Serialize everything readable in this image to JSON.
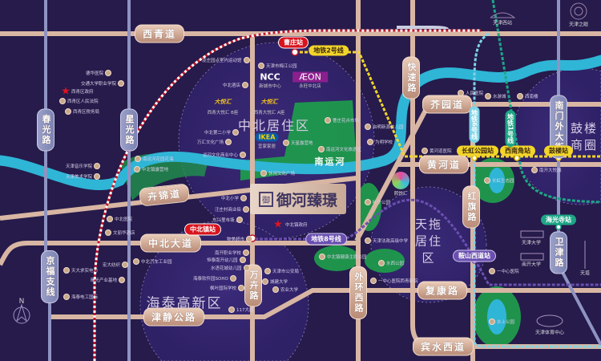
{
  "project": {
    "name": "御河臻璟",
    "mark": "御"
  },
  "colors": {
    "background": "#261b4b",
    "road": "#d8b6a3",
    "river": "#2fb5d6",
    "greenspace": "#1f9a4c",
    "metro_red": "#c0182a",
    "line2": "#f3d52a",
    "line1": "#1ea586",
    "line6": "#7fd3e6",
    "line8": "#6a4fb0"
  },
  "roads": {
    "xiqing": "西青道",
    "huijin": "卉锦道",
    "zhongbei": "中北大道",
    "jinjing": "津静公路",
    "jieyuan": "芥园道",
    "huanghe": "黄河道",
    "fukang": "复康路",
    "binshui": "宾水西道",
    "chunguang": "春光路",
    "xingguang": "星光路",
    "jingfu": "京福支线",
    "wanhui": "万卉路",
    "waihuan": "外环西路",
    "kuaisu": "快速路",
    "hongqi": "红旗路",
    "nanmenwai": "南门外大街",
    "weijin": "卫津路"
  },
  "zones": {
    "zhongbei": "中北居住区",
    "haitai": "海泰高新区",
    "tiantuo": "天拖居住区",
    "gulou": "鼓楼商圈",
    "river": "南运河"
  },
  "stations": {
    "caozhuang": "曹庄站",
    "zhongbeizhen": "中北镇站",
    "changhong": "长虹公园站",
    "xinanjiao": "西南角站",
    "gulou": "鼓楼站",
    "haiguangsi": "海光寺站",
    "anshanxidao": "鞍山西道站"
  },
  "lines": {
    "l2": "地铁2号线",
    "l8": "地铁8号线",
    "l6": "地铁6号线",
    "l1": "地铁1号线"
  },
  "brands": {
    "ncc": "NCC",
    "ncc_sub": "新城市中心",
    "aeon": "ÆON",
    "aeon_sub": "永旺中北店",
    "ikea": "IKEA",
    "ikea_sub": "宜家家居",
    "dayuehui": "大悦汇",
    "dyh_b": "西青大悦汇 B座",
    "dyh_a": "西青大悦汇 A座"
  },
  "landmarks": {
    "tianjin_west": "天津西站",
    "tianjin_eye": "天津之眼",
    "tju": "天津大学",
    "nku": "南开大学",
    "tower": "天塔",
    "sports": "天津体育中心",
    "xiyuehui": "熙悦汇"
  },
  "compass": "N",
  "pois": [
    "德华医院",
    "交通大学职业学院",
    "西青区政府",
    "西青区人民法院",
    "西青区税务局",
    "天津音乐学院",
    "天津美术学院",
    "南运河花园花海",
    "中北镇露营地",
    "中北医院",
    "文丽华酒店",
    "中北汽车工业园",
    "宏大纺织",
    "天大求实电力",
    "曙光产业基地",
    "海泰电工国际",
    "凌庄园点室内运动馆",
    "中北酒店",
    "天津市梅江公园",
    "中北第二小学",
    "万汇文化广场",
    "运河文化商业中心",
    "曹庄花卉市场",
    "天星露营地",
    "南运河文化旅游区",
    "休闲文化广场",
    "中北小学",
    "汪庄村商业街",
    "东兴里市场",
    "物美超市",
    "中北镇政府",
    "南开职业学校",
    "恒泰南开幼儿园",
    "水语花城幼儿园",
    "海泰软件园SOHO",
    "枫叶国际学校",
    "117大厦",
    "天津市公安局",
    "城建大学",
    "农业大学",
    "启明新源幼儿园",
    "为明学校",
    "叶子公园",
    "天津法政高级中学",
    "中北镇健康主题公园",
    "水西公园",
    "一中心医院西青新院",
    "人民医院",
    "水游城",
    "西南楼",
    "黄河道医院",
    "长虹生态园",
    "南开大悦城",
    "一中心医院",
    "水上公园"
  ]
}
